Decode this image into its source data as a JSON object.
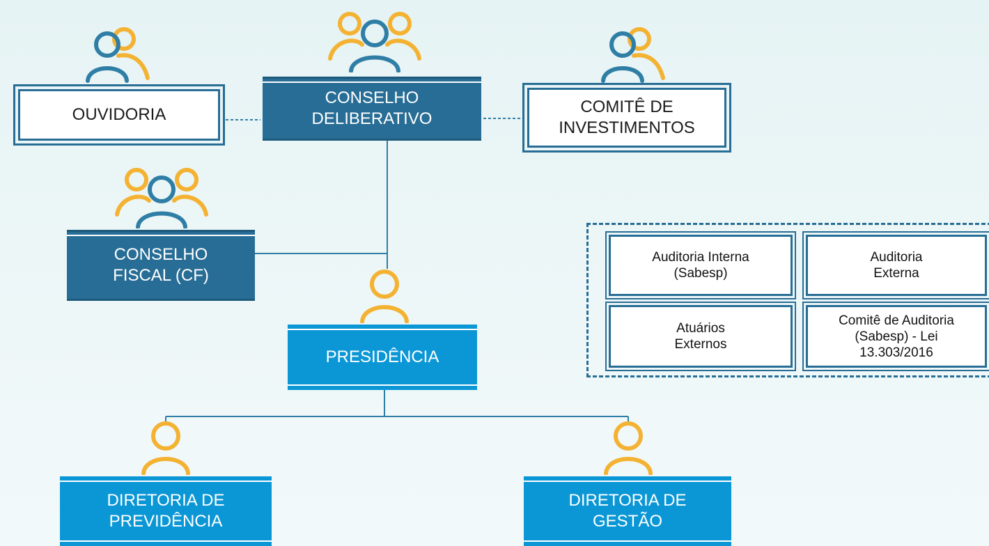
{
  "colors": {
    "background": "#e6f3f4",
    "dark_blue": "#276d95",
    "bright_blue": "#0b97d6",
    "accent_yellow": "#f4b233",
    "icon_blue": "#2f7ea6"
  },
  "nodes": {
    "ouvidoria": "OUVIDORIA",
    "conselho_deliberativo": "CONSELHO\nDELIBERATIVO",
    "comite_investimentos": "COMITÊ DE\nINVESTIMENTOS",
    "conselho_fiscal": "CONSELHO\nFISCAL (CF)",
    "presidencia": "PRESIDÊNCIA",
    "diretoria_previdencia": "DIRETORIA DE\nPREVIDÊNCIA",
    "diretoria_gestao": "DIRETORIA DE\nGESTÃO"
  },
  "audit_group": [
    "Auditoria Interna\n(Sabesp)",
    "Auditoria\nExterna",
    "Atuários\nExternos",
    "Comitê de Auditoria\n(Sabesp) - Lei\n13.303/2016"
  ],
  "icons": {
    "ouvidoria": "two-people-icon",
    "conselho_deliberativo": "group-people-icon",
    "comite_investimentos": "two-people-icon",
    "conselho_fiscal": "group-people-icon",
    "presidencia": "person-icon",
    "diretoria_previdencia": "person-icon",
    "diretoria_gestao": "person-icon"
  }
}
